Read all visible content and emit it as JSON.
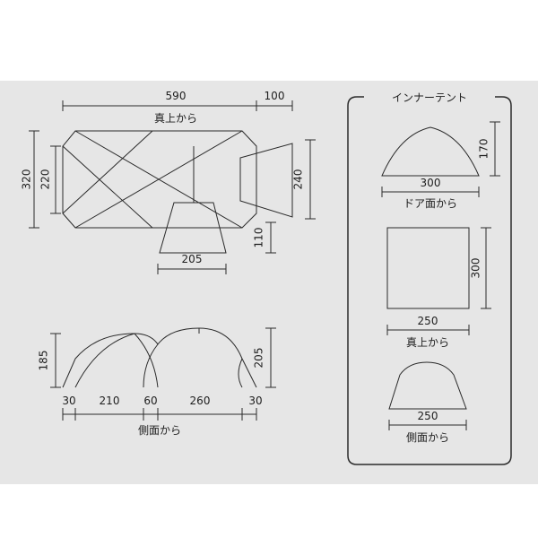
{
  "colors": {
    "panel": "#e6e6e6",
    "line": "#2a2a2a",
    "text": "#1e1e1e"
  },
  "main": {
    "top_view": {
      "caption": "真上から",
      "dim_length": "590",
      "dim_vestibule": "100",
      "dim_outer_width": "320",
      "dim_inner_width": "220",
      "dim_vestibule_width": "240",
      "dim_canopy_depth": "110",
      "dim_canopy_width": "205"
    },
    "side_view": {
      "caption": "側面から",
      "dim_height_front": "185",
      "dim_height_rear": "205",
      "segments": [
        "30",
        "210",
        "60",
        "260",
        "30"
      ]
    }
  },
  "inner_tent": {
    "title": "インナーテント",
    "door_view": {
      "caption": "ドア面から",
      "width": "300",
      "height": "170"
    },
    "top_view": {
      "caption": "真上から",
      "width": "250",
      "depth": "300"
    },
    "side_view": {
      "caption": "側面から",
      "width": "250"
    }
  }
}
